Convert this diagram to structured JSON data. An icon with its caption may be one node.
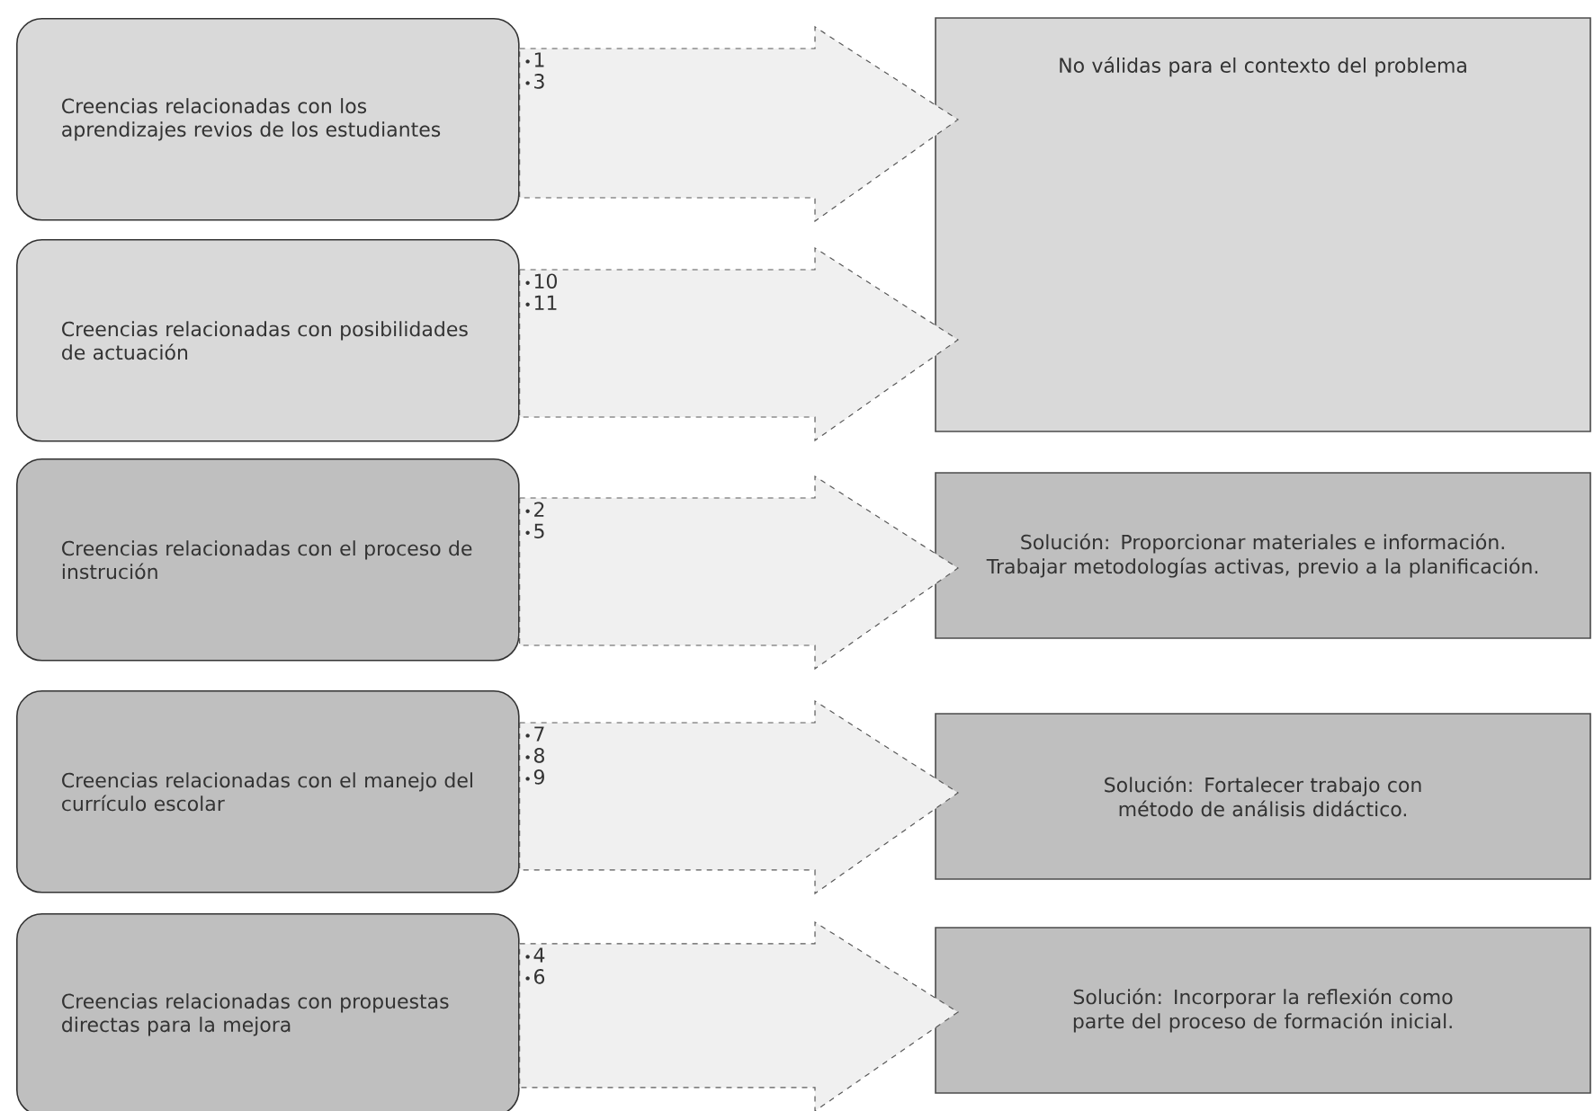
{
  "diagram": {
    "nodes": [
      {
        "text": [
          "Creencias relacionadas con los aprendizajes revios de los estudiantes"
        ]
      },
      {
        "text": [
          "1",
          "3"
        ]
      },
      {
        "text": [
          "No válidas para el contexto del problema"
        ]
      },
      {
        "text": [
          "Creencias relacionadas con posibilidades de actuación"
        ]
      },
      {
        "text": [
          "10",
          "11"
        ]
      },
      {
        "text": [
          "Creencias relacionadas con el proceso de instrución"
        ]
      },
      {
        "text": [
          "2",
          "5"
        ]
      },
      {
        "text": [
          "Solución: Proporcionar materiales e información. Trabajar metodologías activas, previo a la planificación."
        ]
      },
      {
        "text": [
          "Creencias relacionadas con el manejo del currículo escolar"
        ]
      },
      {
        "text": [
          "7",
          "8",
          "9"
        ]
      },
      {
        "text": [
          "Solución: Fortalecer trabajo con método de análisis didáctico."
        ]
      },
      {
        "text": [
          "Creencias relacionadas con propuestas directas para la mejora"
        ]
      },
      {
        "text": [
          "4",
          "6"
        ]
      },
      {
        "text": [
          "Solución: Incorporar la reflexión como parte del proceso de formación inicial."
        ]
      }
    ],
    "edges": [
      {
        "from": 0,
        "to": 2,
        "arrow": "to",
        "style": "dashed"
      },
      {
        "from": 3,
        "to": 2,
        "arrow": "to",
        "style": "dashed"
      },
      {
        "from": 5,
        "to": 7,
        "arrow": "to",
        "style": "dashed"
      },
      {
        "from": 8,
        "to": 10,
        "arrow": "to",
        "style": "dashed"
      },
      {
        "from": 11,
        "to": 13,
        "arrow": "to",
        "style": "dashed"
      }
    ]
  }
}
